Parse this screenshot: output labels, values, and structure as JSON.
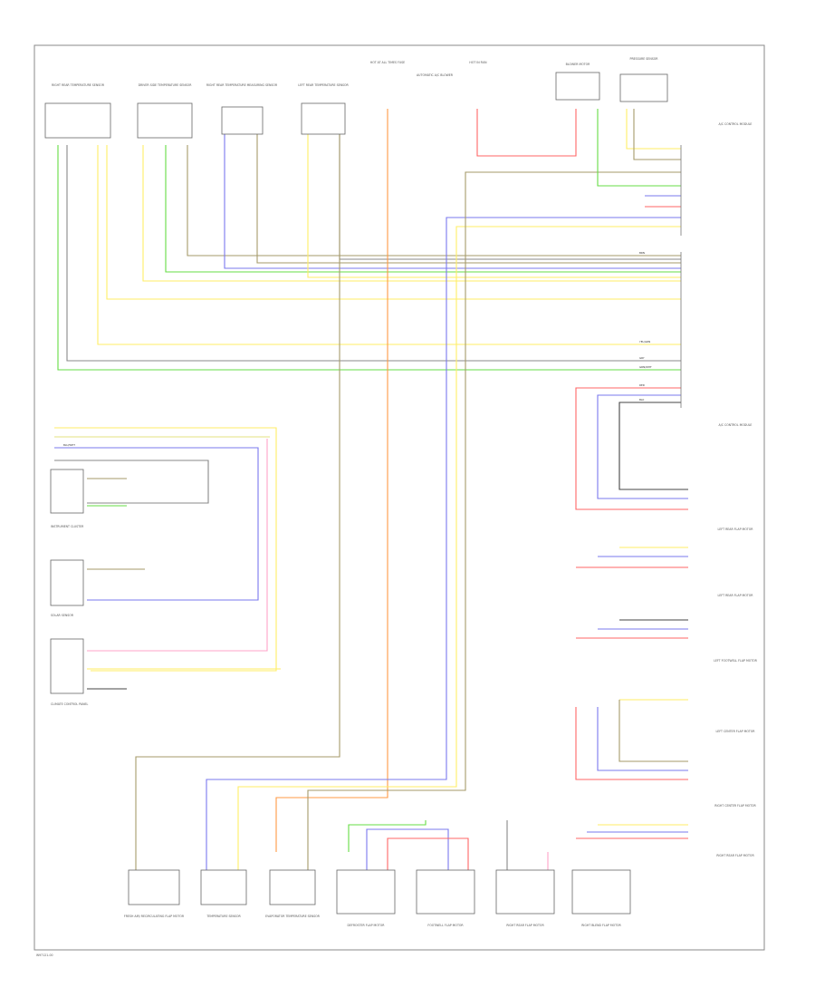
{
  "page": {
    "footer_code": "W97121-00"
  },
  "colors": {
    "yellow": "#ffee66",
    "yellow_brown": "#e3e080",
    "green": "#66dd44",
    "blue": "#7a78ee",
    "red": "#ff6666",
    "pink": "#ffa3c8",
    "orange": "#ff9944",
    "brown": "#a59a6a",
    "grey": "#888888",
    "black": "#444444",
    "white_wire": "#dddddd"
  },
  "components": {
    "top_modules": [
      "RIGHT REAR TEMPERATURE SENSOR",
      "DRIVER SIDE TEMPERATURE SENSOR",
      "RIGHT REAR TEMPERATURE MEASURING SENSOR",
      "LEFT REAR TEMPERATURE SENSOR",
      "HOT AT ALL TIMES FUSE",
      "AUTOMATIC A/C BLOWER",
      "HOT IN RUN",
      "BLOWER MOTOR",
      "PRESSURE SENSOR"
    ],
    "right_modules": [
      "A/C CONTROL MODULE",
      "A/C CONTROL MODULE",
      "LEFT REAR FLAP MOTOR",
      "LEFT REAR FLAP MOTOR",
      "LEFT FOOTWELL FLAP MOTOR",
      "LEFT CENTER FLAP MOTOR",
      "RIGHT CENTER FLAP MOTOR",
      "RIGHT REAR FLAP MOTOR"
    ],
    "bottom_modules": [
      "FRESH AIR/ RECIRCULATING FLAP MOTOR",
      "TEMPERATURE SENSOR",
      "EVAPORATOR TEMPERATURE SENSOR",
      "DEFROSTER FLAP MOTOR",
      "FOOTWELL FLAP MOTOR",
      "RIGHT REAR FLAP MOTOR",
      "RIGHT BLEND FLAP MOTOR"
    ],
    "left_modules": [
      "INSTRUMENT CLUSTER",
      "SOLAR SENSOR",
      "CLIMATE CONTROL PANEL"
    ]
  },
  "wire_labels": {
    "yellow": "YEL/GRN",
    "green": "GRN/WHT",
    "blue": "BLU/WHT",
    "red": "RED",
    "brown": "BRN",
    "grey": "GRY",
    "black": "BLK"
  }
}
